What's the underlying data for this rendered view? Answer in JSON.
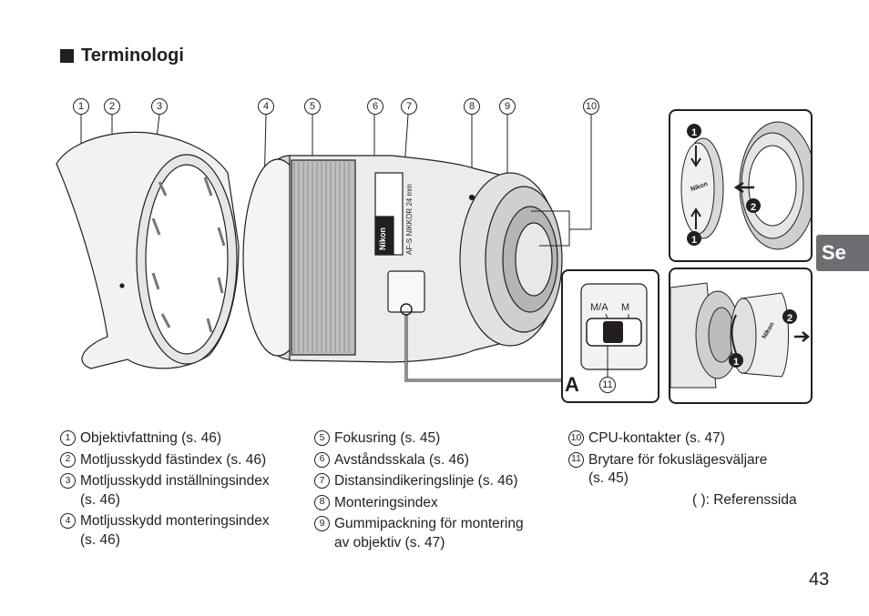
{
  "heading": {
    "title": "Terminologi"
  },
  "callouts": [
    "1",
    "2",
    "3",
    "4",
    "5",
    "6",
    "7",
    "8",
    "9",
    "10"
  ],
  "inset_a": {
    "label": "A",
    "switch_ma": "M/A",
    "switch_m": "M",
    "callout": "11"
  },
  "inset_cap": {
    "brand": "Nikon",
    "step1": "1",
    "step2": "2"
  },
  "inset_rearcap": {
    "brand": "Nikon",
    "step1": "1",
    "step2": "2"
  },
  "lens_brand": "Nikon",
  "lens_name": "AF-S NIKKOR 24 mm",
  "legend": {
    "col1": [
      {
        "n": "1",
        "text": "Objektivfattning (s. 46)",
        "cont": ""
      },
      {
        "n": "2",
        "text": "Motljusskydd fästindex (s. 46)",
        "cont": ""
      },
      {
        "n": "3",
        "text": "Motljusskydd inställningsindex",
        "cont": "(s. 46)"
      },
      {
        "n": "4",
        "text": "Motljusskydd monteringsindex",
        "cont": "(s. 46)"
      }
    ],
    "col2": [
      {
        "n": "5",
        "text": "Fokusring (s. 45)",
        "cont": ""
      },
      {
        "n": "6",
        "text": "Avståndsskala (s. 46)",
        "cont": ""
      },
      {
        "n": "7",
        "text": "Distansindikeringslinje (s. 46)",
        "cont": ""
      },
      {
        "n": "8",
        "text": "Monteringsindex",
        "cont": ""
      },
      {
        "n": "9",
        "text": "Gummipackning för montering",
        "cont": "av objektiv (s. 47)"
      }
    ],
    "col3": [
      {
        "n": "10",
        "text": "CPU-kontakter (s. 47)",
        "cont": ""
      },
      {
        "n": "11",
        "text": "Brytare för fokuslägesväljare",
        "cont": "(s. 45)"
      }
    ]
  },
  "reference_note": "(   ): Referenssida",
  "language_tab": "Se",
  "page_number": "43"
}
